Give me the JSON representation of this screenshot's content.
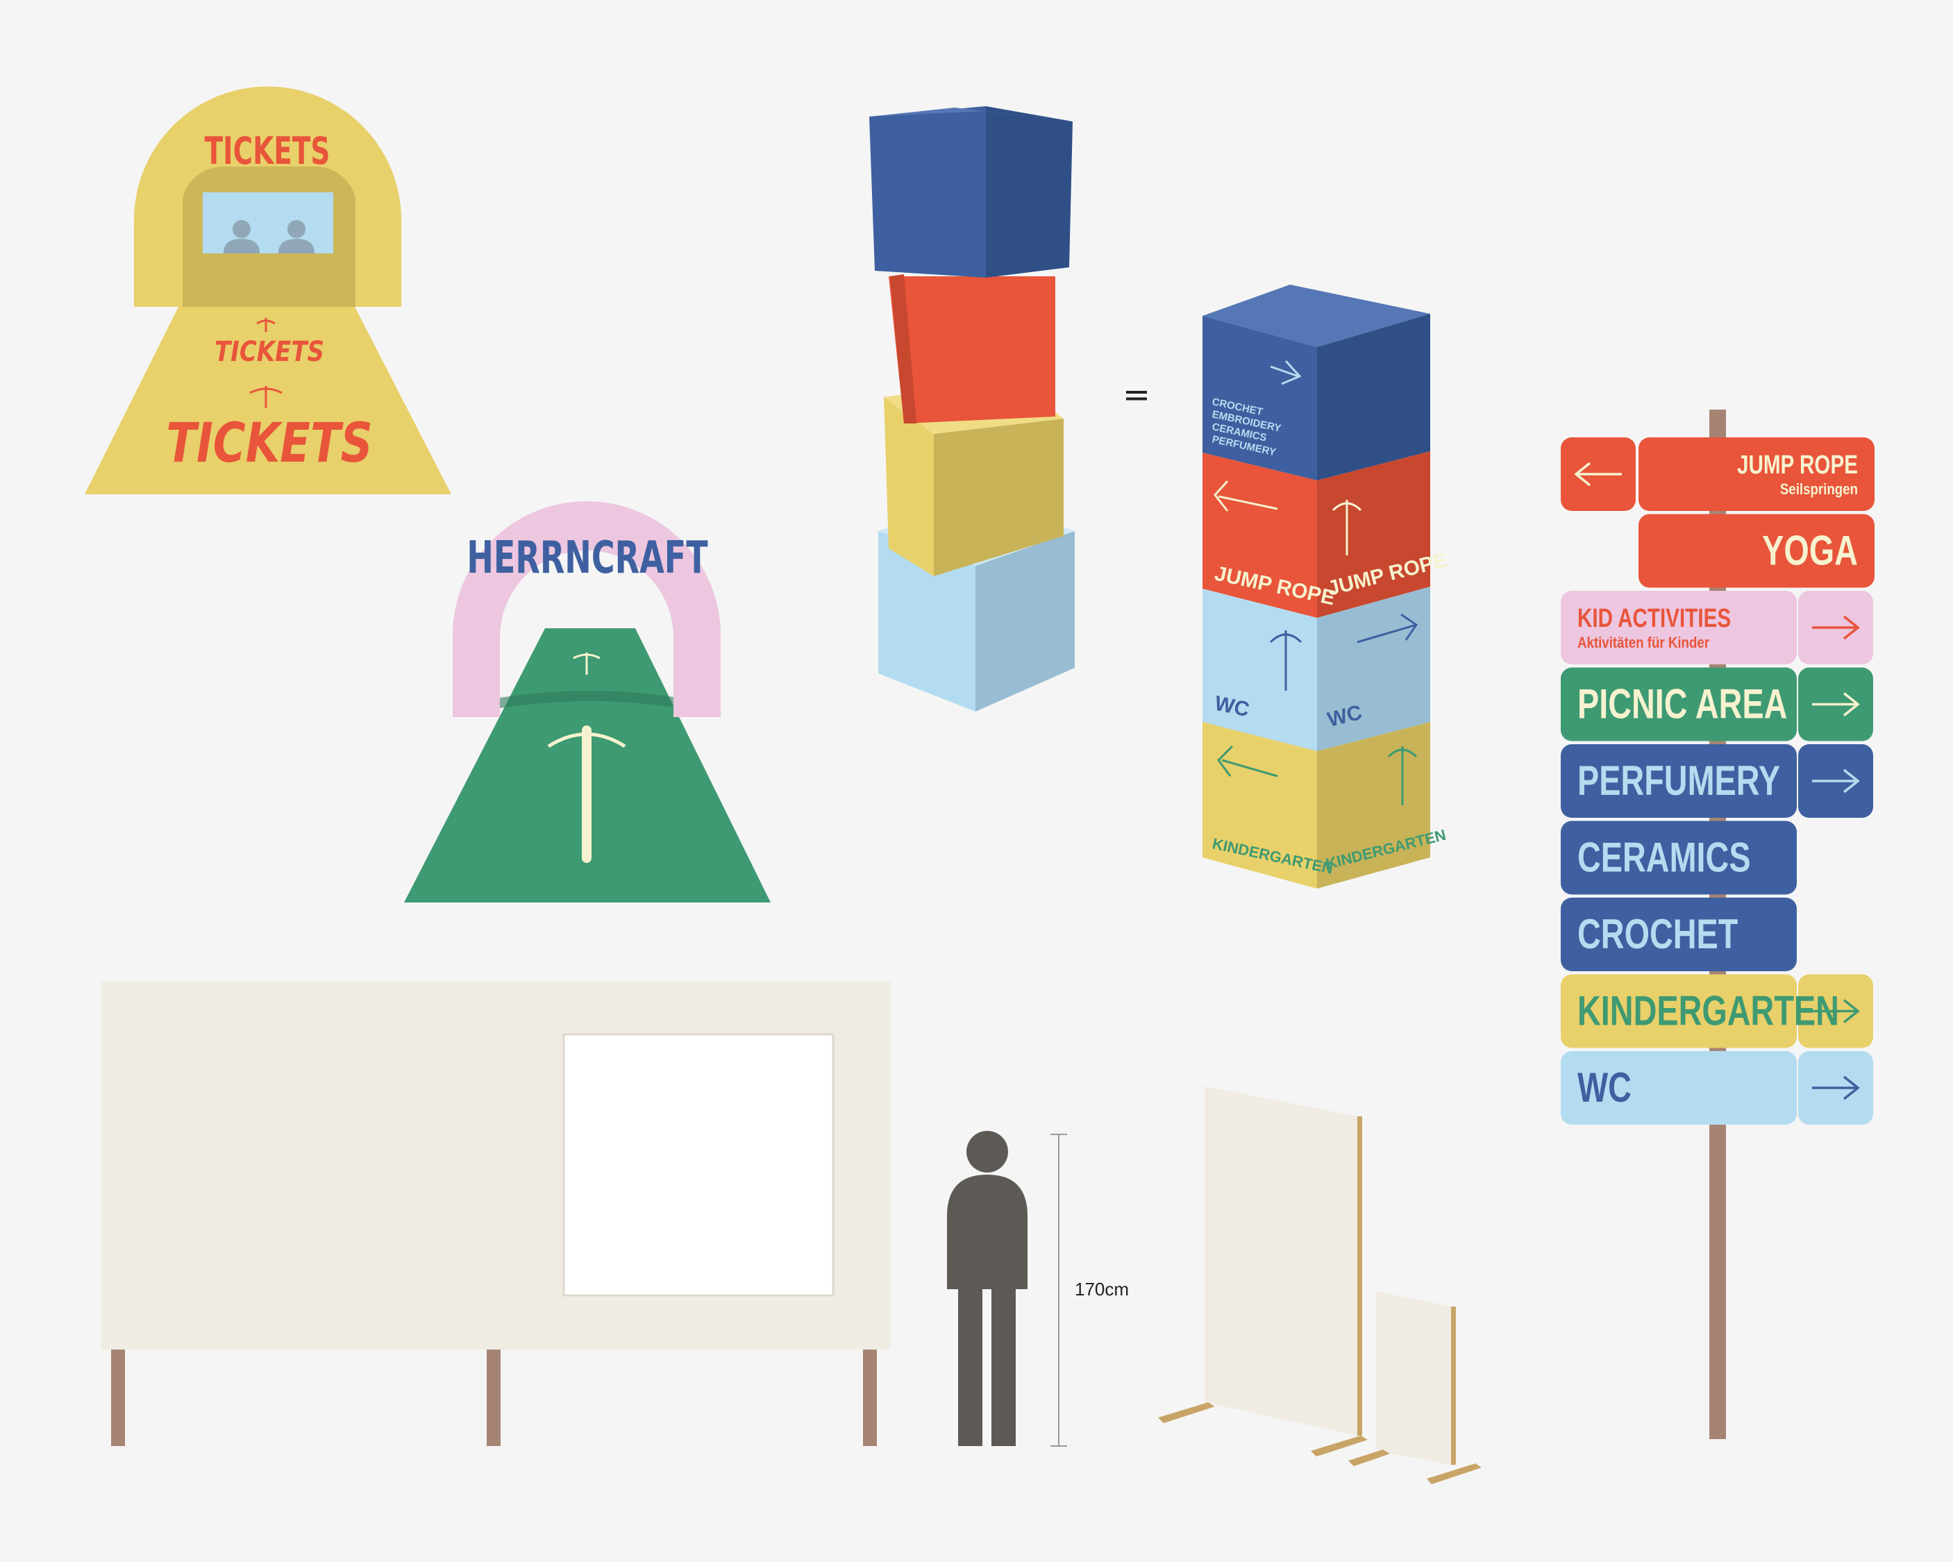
{
  "colors": {
    "background": "#f5f5f5",
    "yellow": "#e8d06a",
    "yellow_dark": "#c8b358",
    "red": "#e8553a",
    "red_dark": "#c8472f",
    "blue": "#3e60a0",
    "blue_dark": "#2f4f86",
    "light_blue": "#b4dcf0",
    "light_blue_dark": "#98bdd2",
    "green": "#3e9a72",
    "pink": "#edc6df",
    "cream": "#f0ece3",
    "pole": "#a68474",
    "person": "#5d5a56",
    "cream_text": "#f6f2cf"
  },
  "ticket_booth": {
    "arch_label": "TICKETS",
    "floor_label_small": "TICKETS",
    "floor_label_large": "TICKETS"
  },
  "herrncraft_arch": {
    "label": "HERRNCRAFT"
  },
  "cube_stack": {
    "equals_sign": "=",
    "top_block": {
      "front_list": [
        "CROCHET",
        "EMBROIDERY",
        "CERAMICS",
        "PERFUMERY"
      ]
    },
    "red_block": {
      "front_label": "JUMP ROPE",
      "side_label": "JUMP ROPE"
    },
    "light_blue_block": {
      "front_label": "WC",
      "side_label": "WC"
    },
    "yellow_block": {
      "front_label": "KINDERGARTEN",
      "side_label": "KINDERGARTEN"
    }
  },
  "signpost": {
    "rows": [
      {
        "label": "JUMP ROPE",
        "sublabel": "Seilspringen",
        "color": "#e8553a",
        "text_color": "#f6f2cf",
        "arrow": "left"
      },
      {
        "label": "YOGA",
        "sublabel": "",
        "color": "#e8553a",
        "text_color": "#f6f2cf",
        "arrow": "none"
      },
      {
        "label": "KID ACTIVITIES",
        "sublabel": "Aktivitäten für Kinder",
        "color": "#edc6df",
        "text_color": "#e8553a",
        "arrow": "right"
      },
      {
        "label": "PICNIC AREA",
        "sublabel": "",
        "color": "#3e9a72",
        "text_color": "#f6f2cf",
        "arrow": "right"
      },
      {
        "label": "PERFUMERY",
        "sublabel": "",
        "color": "#3e60a0",
        "text_color": "#b4dcf0",
        "arrow": "right"
      },
      {
        "label": "CERAMICS",
        "sublabel": "",
        "color": "#3e60a0",
        "text_color": "#b4dcf0",
        "arrow": "none"
      },
      {
        "label": "CROCHET",
        "sublabel": "",
        "color": "#3e60a0",
        "text_color": "#b4dcf0",
        "arrow": "none"
      },
      {
        "label": "KINDERGARTEN",
        "sublabel": "",
        "color": "#e8d06a",
        "text_color": "#3e9a72",
        "arrow": "right"
      },
      {
        "label": "WC",
        "sublabel": "",
        "color": "#b4dcf0",
        "text_color": "#3e60a0",
        "arrow": "right"
      }
    ]
  },
  "scale_reference": {
    "height_label": "170cm"
  }
}
